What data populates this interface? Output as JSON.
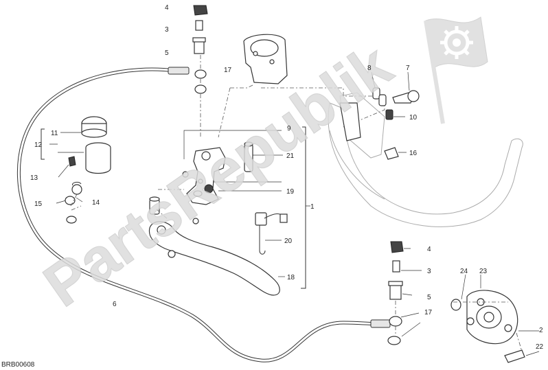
{
  "watermark": {
    "text": "PartsRepublik",
    "logo": "gear-flag-logo"
  },
  "diagram_code": "BRB00608",
  "callouts": {
    "c4a": "4",
    "c3a": "3",
    "c5a": "5",
    "c17a": "17",
    "c11": "11",
    "c12": "12",
    "c13": "13",
    "c15": "15",
    "c14": "14",
    "c9": "9",
    "c21": "21",
    "c19": "19",
    "c1": "1",
    "c20": "20",
    "c18": "18",
    "c6": "6",
    "c8": "8",
    "c7": "7",
    "c10": "10",
    "c16": "16",
    "c4b": "4",
    "c3b": "3",
    "c5b": "5",
    "c17b": "17",
    "c24": "24",
    "c23": "23",
    "c2": "2",
    "c22": "22"
  }
}
